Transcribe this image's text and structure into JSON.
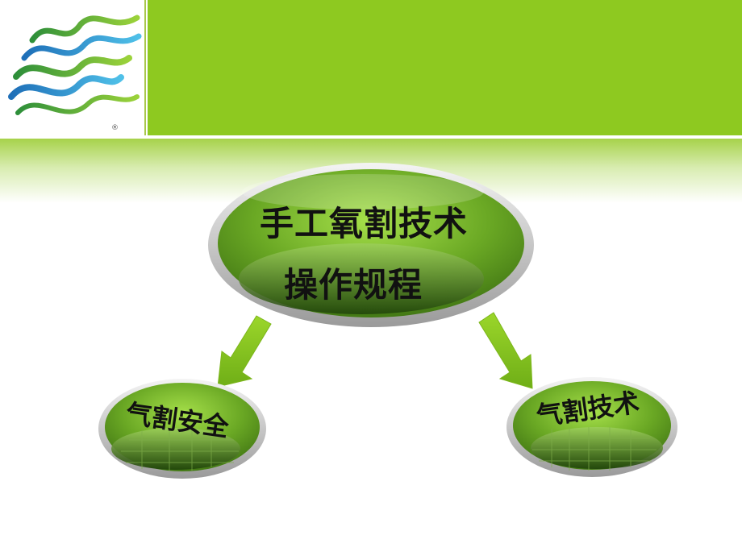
{
  "slide": {
    "logo": {
      "icon": "wave-logo-icon",
      "registered_mark": "®"
    },
    "colors": {
      "header": "#8ec920",
      "node_green": "#6aa824",
      "node_dark": "#2f5e0d",
      "arrow": "#8ccf1f"
    },
    "diagram": {
      "main_node": {
        "line1": "手工氧割技术",
        "line2": "操作规程"
      },
      "left_node": {
        "label": "气割安全"
      },
      "right_node": {
        "label": "气割技术"
      }
    }
  }
}
